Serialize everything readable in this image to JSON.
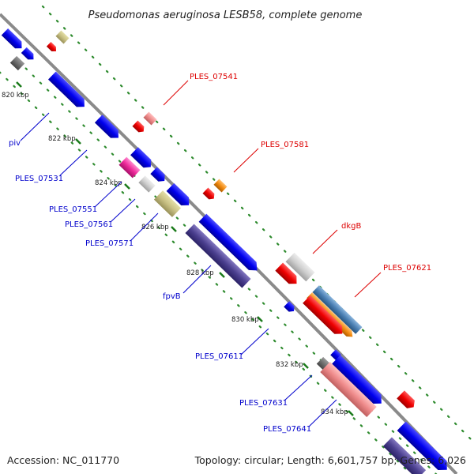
{
  "title": "Pseudomonas aeruginosa LESB58, complete genome",
  "accession": "Accession: NC_011770",
  "topology": "Topology: circular; Length: 6,601,757 bp; Genes: 6,026",
  "colors": {
    "backbone": "#8a8a8a",
    "dots": "#2e8b2e",
    "tick": "#1a7a1a",
    "gene_label_blue": "#0000cc",
    "gene_label_red": "#dd0000",
    "protein_coding": "#0000ee",
    "highlight_red": "#ee0000"
  },
  "kbp_ticks": [
    "820 kbp",
    "822 kbp",
    "824 kbp",
    "826 kbp",
    "828 kbp",
    "830 kbp",
    "832 kbp",
    "834 kbp"
  ],
  "labels_lower": [
    "piv",
    "PLES_07531",
    "PLES_07551",
    "PLES_07561",
    "PLES_07571",
    "fpvB",
    "PLES_07611",
    "PLES_07631",
    "PLES_07641"
  ],
  "labels_upper": [
    "PLES_07541",
    "PLES_07581",
    "dkgB",
    "PLES_07621"
  ]
}
